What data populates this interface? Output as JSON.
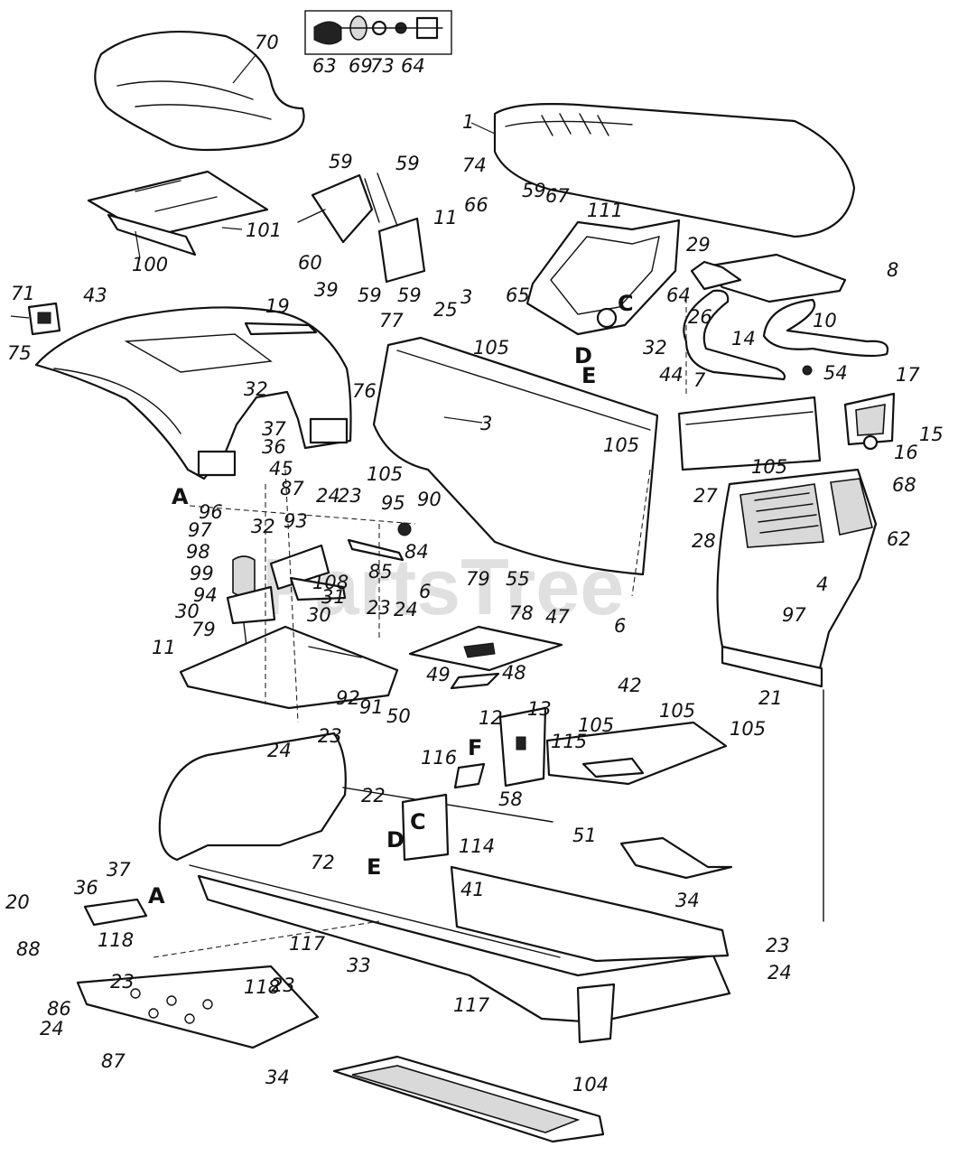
{
  "watermark": "PartsTree",
  "parts": {
    "seat": "70",
    "seat_knob": "63",
    "knob_spacer": "69",
    "knob_washer": "73",
    "knob_nut": "64",
    "seat_plate": "100",
    "seat_bolt": "101",
    "hood": "1",
    "hood_bracket": "8",
    "hood_arm": "10",
    "hood_support": "14",
    "pivot": "29",
    "bolt_26": "26",
    "bolt_54": "54",
    "headlight": "17",
    "nut_15": "15",
    "bolt_16": "16",
    "fender": "43",
    "switch": "71",
    "screw_75": "75",
    "insert_19": "19",
    "screw_39": "39",
    "screw_32": "32",
    "skirt_76": "76",
    "washer_37": "37",
    "nut_36": "36",
    "screw_45": "45",
    "lever_59": "59",
    "pin_60": "60",
    "dash_panel": "55",
    "tower": "65",
    "screw_74": "74",
    "clip_66": "66",
    "latch_67": "67",
    "bracket_111": "111",
    "bolt_11": "11",
    "washer_25": "25",
    "washer_3": "3",
    "screw_77": "77",
    "screw_105": "105",
    "grille_68": "68",
    "grille_62": "62",
    "bottom_21": "21",
    "bolt_28": "28",
    "nut_4": "4",
    "washer_97": "97",
    "bracket_44": "44",
    "bolt_7": "7",
    "nut_27": "27",
    "pin_6": "6",
    "bolt_87": "87",
    "bolt_96": "96",
    "washer_98": "98",
    "spring_99": "99",
    "link_94": "94",
    "bracket_30": "30",
    "plate_93": "93",
    "nut_24": "24",
    "washer_23": "23",
    "rod_84": "84",
    "rod_85": "85",
    "clip_108": "108",
    "bracket_31": "31",
    "clip_95": "95",
    "knob_90": "90",
    "screw_79": "79",
    "plate_78": "78",
    "cover_47": "47",
    "pedal_48": "48",
    "pin_49": "49",
    "rod_92": "92",
    "link_91": "91",
    "plate_50": "50",
    "frame_51": "51",
    "bracket_12": "12",
    "lever_13": "13",
    "bolt_115": "115",
    "plate_42": "42",
    "pivot_58": "58",
    "bolt_116": "116",
    "clip_114": "114",
    "plate_22": "22",
    "screw_72": "72",
    "chassis_41": "41",
    "step_34": "34",
    "bolt_20": "20",
    "bracket_88": "88",
    "bolt_117": "117",
    "rod_33": "33",
    "bolt_118": "118",
    "washer_86": "86",
    "mat_104": "104"
  },
  "letters": {
    "a": "A",
    "c": "C",
    "d": "D",
    "e": "E",
    "f": "F"
  }
}
